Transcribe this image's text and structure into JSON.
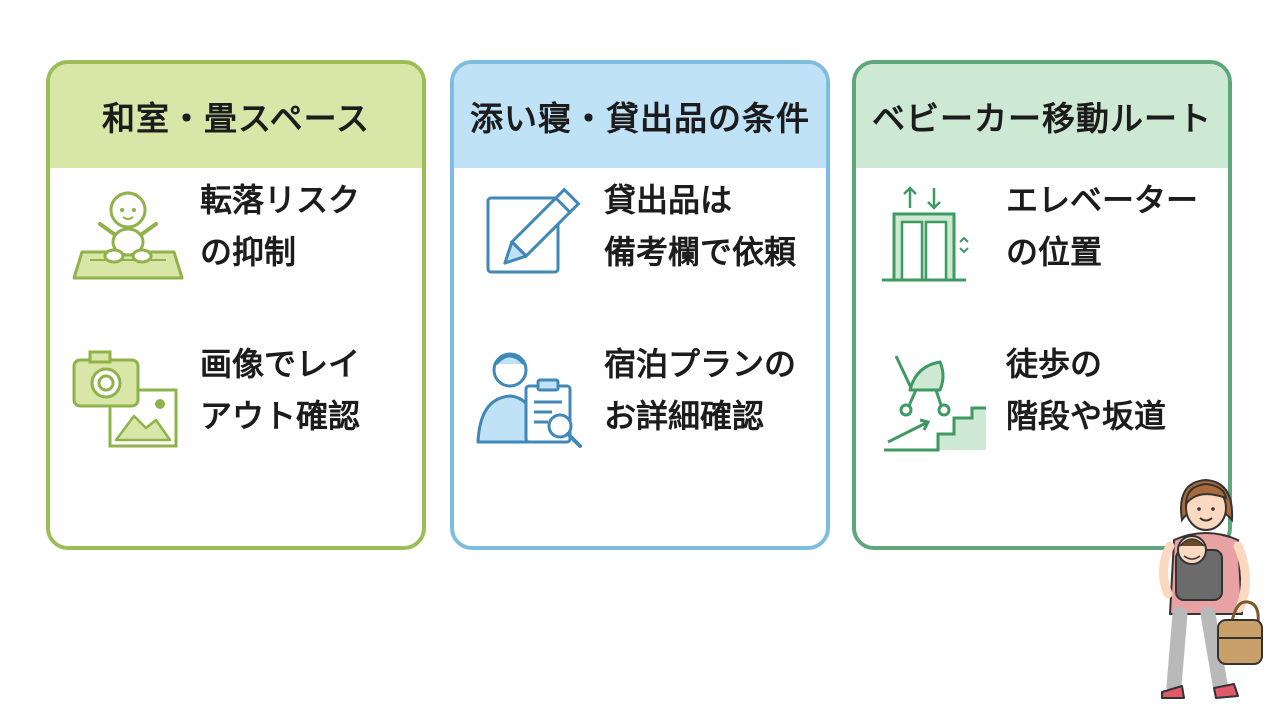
{
  "colors": {
    "green_border": "#9bbd56",
    "green_header": "#d8e6a8",
    "blue_border": "#7fbde0",
    "blue_header": "#bfe2f6",
    "teal_border": "#5ea77a",
    "teal_header": "#cde9d3"
  },
  "cards": [
    {
      "title": "和室・畳スペース",
      "items": [
        {
          "icon": "baby-on-mat-icon",
          "lines": [
            "転落リスク",
            "の抑制"
          ]
        },
        {
          "icon": "camera-photo-icon",
          "lines": [
            "画像でレイ",
            "アウト確認"
          ]
        }
      ]
    },
    {
      "title": "添い寝・貸出品の条件",
      "items": [
        {
          "icon": "pencil-note-icon",
          "lines": [
            "貸出品は",
            "備考欄で依頼"
          ]
        },
        {
          "icon": "person-clipboard-search-icon",
          "lines": [
            "宿泊プランの",
            "お詳細確認"
          ]
        }
      ]
    },
    {
      "title": "ベビーカー移動ルート",
      "items": [
        {
          "icon": "elevator-icon",
          "lines": [
            "エレベーター",
            "の位置"
          ]
        },
        {
          "icon": "stroller-stairs-icon",
          "lines": [
            "徒歩の",
            "階段や坂道"
          ]
        }
      ]
    }
  ],
  "illustration": {
    "icon": "mother-with-baby-icon"
  }
}
